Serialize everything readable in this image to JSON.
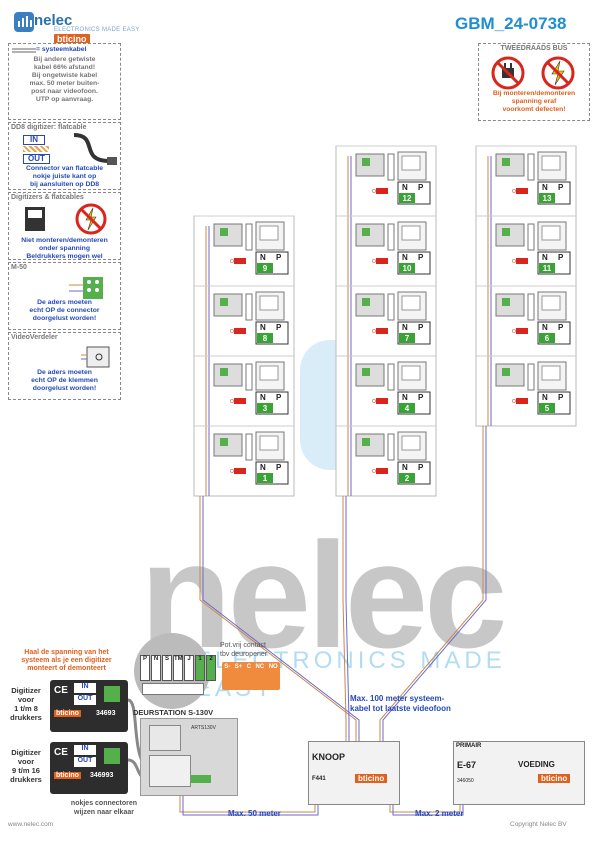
{
  "header": {
    "logo_text": "nelec",
    "logo_tagline": "ELECTRONICS MADE EASY",
    "logo_brand": "bticino",
    "doc_code": "GBM_24-0738"
  },
  "notes_left": [
    {
      "title": "",
      "lines": [
        "= systeemkabel",
        "Bij andere getwiste",
        "kabel 66% afstand!",
        "Bij ongetwiste kabel",
        "max. 50 meter buiten-",
        "post naar videofoon.",
        "UTP op aanvraag."
      ]
    },
    {
      "title": "DD8 digitizer: flatcable",
      "tags": [
        "IN",
        "OUT"
      ],
      "lines": [
        "Connector van flatcable",
        "nokje juiste kant op",
        "bij aansluiten op DD8"
      ]
    },
    {
      "title": "Digitizers & flatcables",
      "lines": [
        "Niet monteren/demonteren",
        "onder spanning",
        "Beldrukkers mogen wel"
      ]
    },
    {
      "title": "M-50",
      "lines": [
        "De aders moeten",
        "echt OP de connector",
        "doorgelust worden!"
      ]
    },
    {
      "title": "VideoVerdeler",
      "lines": [
        "De aders moeten",
        "echt OP de klemmen",
        "doorgelust worden!"
      ]
    }
  ],
  "note_right": {
    "title": "TWEEDRAADS BUS",
    "lines": [
      "Bij monteren/demonteren",
      "spanning eraf",
      "voorkomt defecten!"
    ]
  },
  "columns": [
    {
      "units": [
        "9",
        "8",
        "3",
        "1"
      ]
    },
    {
      "units": [
        "12",
        "10",
        "7",
        "4",
        "2"
      ]
    },
    {
      "units": [
        "13",
        "11",
        "6",
        "5"
      ]
    }
  ],
  "unit_labels": {
    "n": "N",
    "p": "P",
    "off": "OFF"
  },
  "watermark": {
    "main": "nelec",
    "tagline": "ELECTRONICS MADE EASY"
  },
  "bottom": {
    "warning_orange": [
      "Haal de spanning van het",
      "systeem als je een digitizer",
      "monteert of demonteert"
    ],
    "digitizer1_label": [
      "Digitizer",
      "voor",
      "1 t/m 8",
      "drukkers"
    ],
    "digitizer2_label": [
      "Digitizer",
      "voor",
      "9 t/m 16",
      "drukkers"
    ],
    "digitizer_code1": "34693",
    "digitizer_code2": "346993",
    "digitizer_brand": "bticino",
    "ce_in": "IN",
    "ce_out": "OUT",
    "pins": [
      "P",
      "N",
      "S",
      "TM",
      "J",
      "1",
      "2"
    ],
    "deurstation_label": "DEURSTATION S-130V",
    "deurstation_code": "ARTS130V",
    "contact_title": [
      "Pot.vrij contact",
      "tbv deuropener"
    ],
    "contact_pins": [
      "S-",
      "S+",
      "C",
      "NC",
      "NO"
    ],
    "nokjes": [
      "nokjes connectoren",
      "wijzen naar elkaar"
    ],
    "knoop_label": "KNOOP",
    "knoop_code": "F441",
    "knoop_brand": "bticino",
    "voeding_primair": "PRIMAIR",
    "voeding_model": "E-67",
    "voeding_label": "VOEDING",
    "voeding_code": "346050",
    "voeding_brand": "bticino",
    "max100": [
      "Max. 100 meter systeem-",
      "kabel tot laatste videofoon"
    ],
    "max50": "Max. 50 meter",
    "max2": "Max. 2 meter",
    "footer_left": "www.nelec.com",
    "footer_right": "Copyright Nelec BV"
  },
  "colors": {
    "accent": "#1e8fd4",
    "blue_text": "#2449b8",
    "orange": "#e0601e",
    "green": "#3aa335",
    "red": "#d9261c",
    "cable_orange": "#c9874e",
    "cable_blue": "#6a6ad0"
  }
}
